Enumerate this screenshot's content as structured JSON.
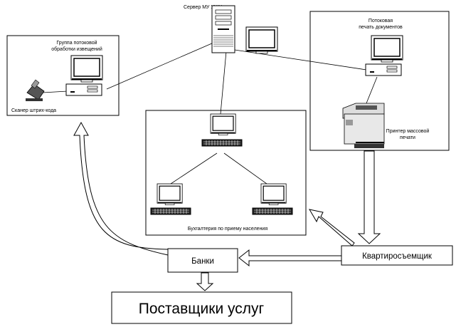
{
  "diagram": {
    "server": {
      "label": "Сервер МУ УЖХ"
    },
    "left_group": {
      "label_line1": "Группа потоковой",
      "label_line2": "обработки извещений",
      "scanner_label": "Сканер штрих-кода"
    },
    "print_group": {
      "label_line1": "Потоковая",
      "label_line2": "печать документов",
      "printer_label_line1": "Принтер массовой",
      "printer_label_line2": "печати"
    },
    "accounting": {
      "label": "Бухгалтерия по приему населения"
    },
    "banks": {
      "label": "Банки"
    },
    "tenant": {
      "label": "Квартиросъемщик"
    },
    "suppliers": {
      "label": "Поставщики услуг"
    },
    "colors": {
      "stroke": "#000000",
      "background": "#ffffff",
      "screen": "#ffffff"
    }
  }
}
